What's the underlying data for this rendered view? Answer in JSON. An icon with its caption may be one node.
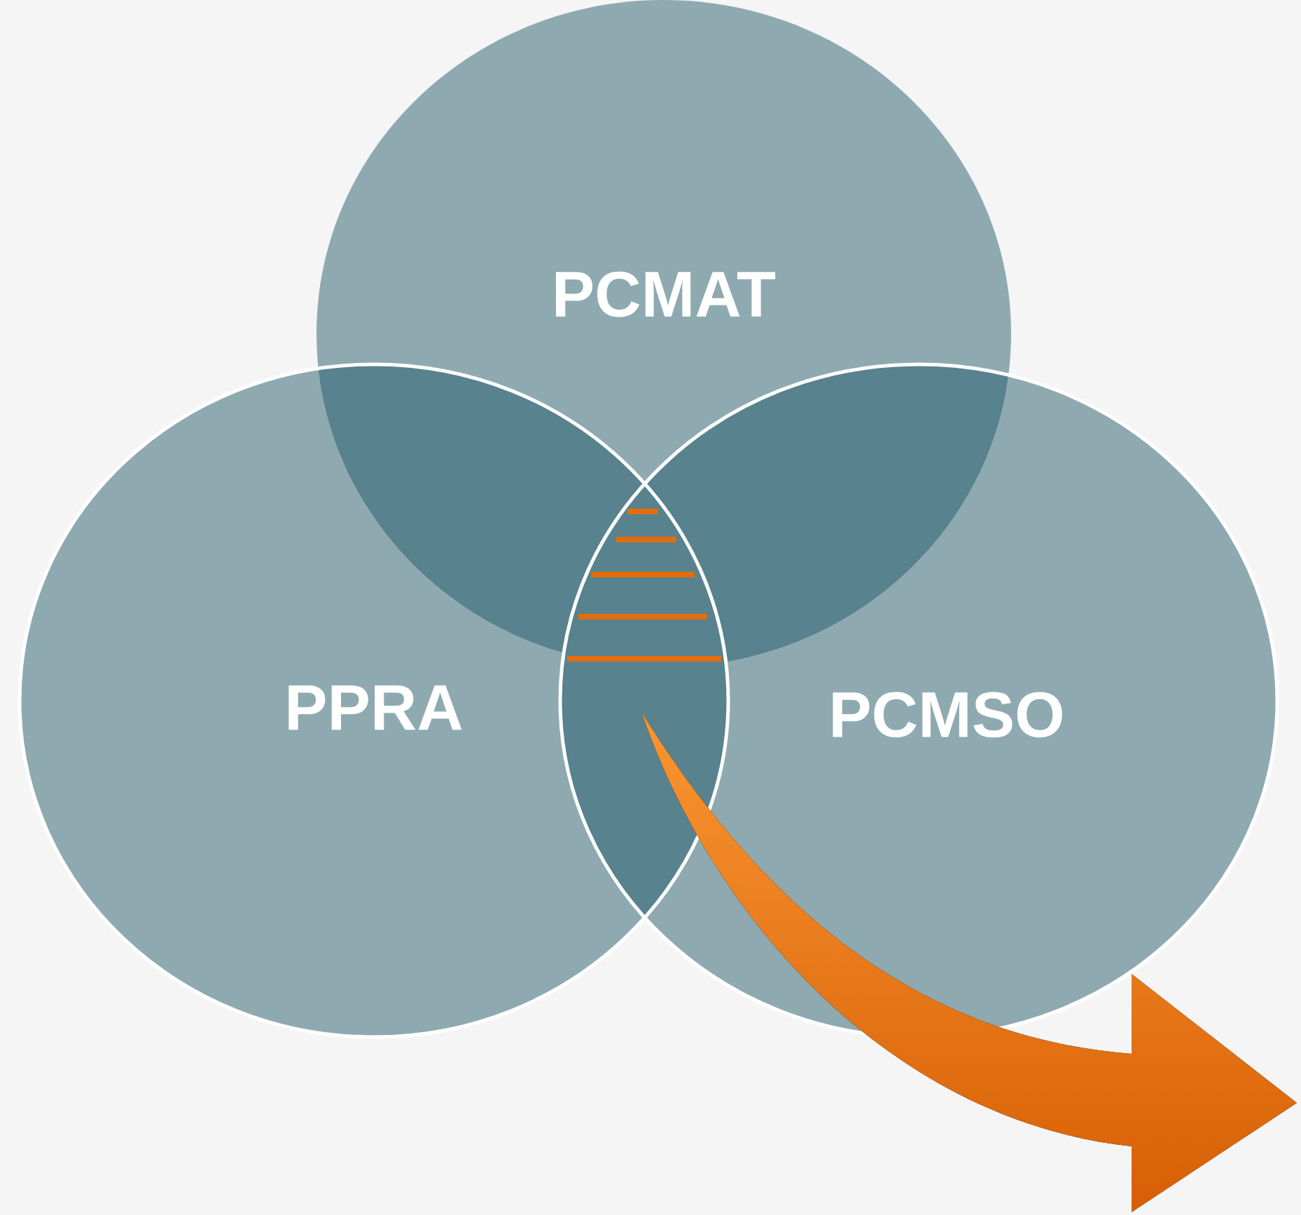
{
  "diagram": {
    "nodes": [
      {
        "text": [
          "PCMAT"
        ]
      },
      {
        "text": [
          "PPRA"
        ]
      },
      {
        "text": [
          "PCMSO"
        ]
      }
    ]
  }
}
